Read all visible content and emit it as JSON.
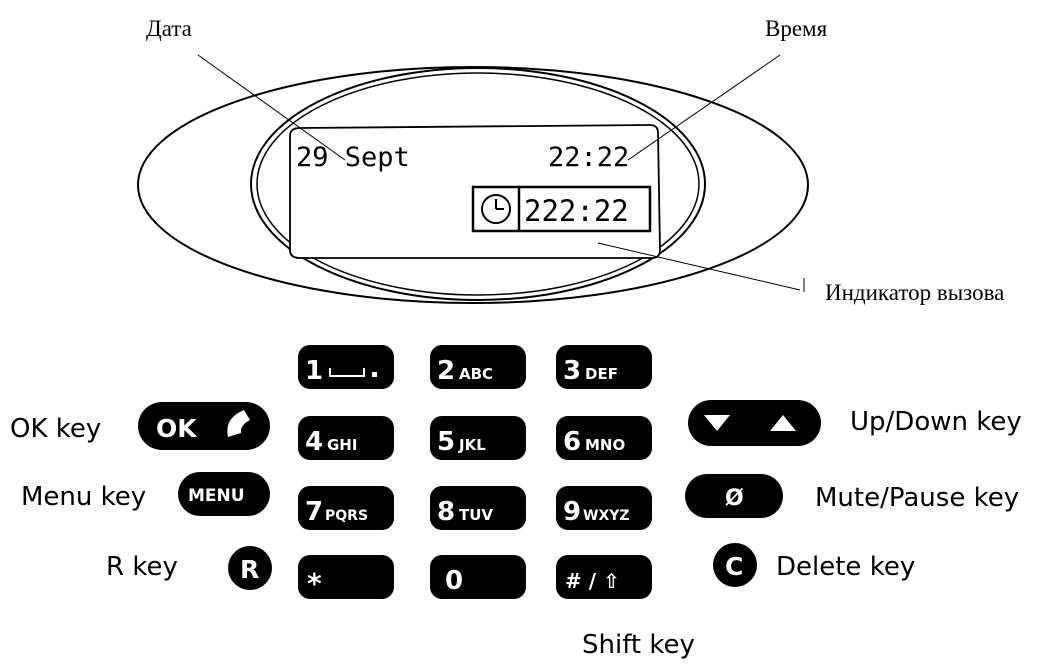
{
  "callouts": {
    "date": "Дата",
    "time": "Время",
    "call_indicator": "Индикатор вызова"
  },
  "display": {
    "date_text": "29 Sept",
    "time_text": "22:22",
    "call_timer_text": "222:22",
    "clock_icon": "clock-icon"
  },
  "keypad": {
    "ok_key": {
      "label": "OK",
      "icon": "handset-icon"
    },
    "menu_key": {
      "label": "MENU"
    },
    "r_key": {
      "label": "R"
    },
    "keys": [
      {
        "digit": "1",
        "letters": "␣."
      },
      {
        "digit": "2",
        "letters": "ABC"
      },
      {
        "digit": "3",
        "letters": "DEF"
      },
      {
        "digit": "4",
        "letters": "GHI"
      },
      {
        "digit": "5",
        "letters": "JKL"
      },
      {
        "digit": "6",
        "letters": "MNO"
      },
      {
        "digit": "7",
        "letters": "PQRS"
      },
      {
        "digit": "8",
        "letters": "TUV"
      },
      {
        "digit": "9",
        "letters": "WXYZ"
      },
      {
        "digit": "*",
        "letters": ""
      },
      {
        "digit": "0",
        "letters": ""
      },
      {
        "digit": "# / ⇧",
        "letters": ""
      }
    ],
    "updown_key": {
      "icon": "up-down-arrows-icon"
    },
    "mute_key": {
      "label": "Ø"
    },
    "delete_key": {
      "label": "C"
    }
  },
  "key_labels": {
    "ok": "OK key",
    "menu": "Menu key",
    "r": "R key",
    "updown": "Up/Down key",
    "mute": "Mute/Pause key",
    "delete": "Delete key",
    "shift": "Shift key"
  },
  "colors": {
    "ink": "#000000",
    "paper": "#ffffff"
  }
}
